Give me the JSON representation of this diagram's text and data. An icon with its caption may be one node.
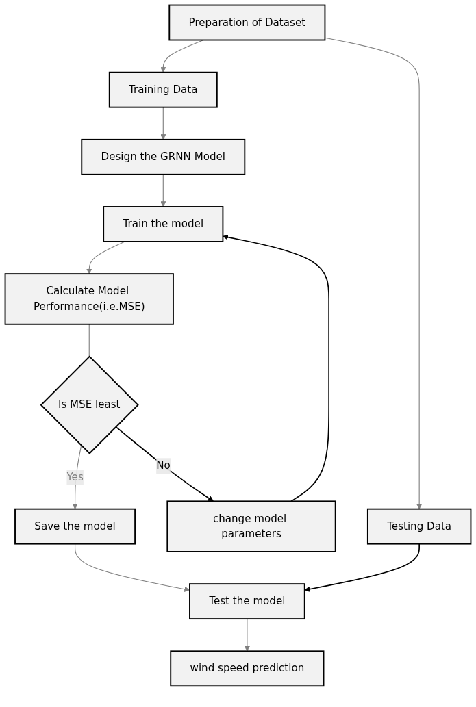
{
  "diagram": {
    "nodes": [
      {
        "text": [
          "Preparation of Dataset"
        ]
      },
      {
        "text": [
          "Training Data"
        ]
      },
      {
        "text": [
          "Testing Data"
        ]
      },
      {
        "text": [
          "Design the GRNN Model"
        ]
      },
      {
        "text": [
          "Train the model"
        ]
      },
      {
        "text": [
          "Calculate Model Performance(i.e.MSE)"
        ]
      },
      {
        "text": [
          "change model parameters"
        ]
      },
      {
        "text": [
          "Is MSE least"
        ]
      },
      {
        "text": [
          "Save the model"
        ]
      },
      {
        "text": [
          "Test the model"
        ]
      },
      {
        "text": [
          "wind speed prediction"
        ]
      }
    ],
    "edges": [
      {
        "from": 0,
        "to": 1,
        "arrow": "to"
      },
      {
        "from": 0,
        "to": 2,
        "arrow": "to"
      },
      {
        "from": 1,
        "to": 3,
        "arrow": "to"
      },
      {
        "from": 3,
        "to": 4,
        "arrow": "to"
      },
      {
        "from": 4,
        "to": 5,
        "arrow": "to"
      },
      {
        "from": 5,
        "to": 7,
        "arrow": "none"
      },
      {
        "from": 7,
        "to": 6,
        "label": "No",
        "arrow": "to",
        "color": "#000000"
      },
      {
        "from": 6,
        "to": 4,
        "arrow": "to",
        "color": "#000000"
      },
      {
        "from": 7,
        "to": 8,
        "label": "Yes",
        "arrow": "to"
      },
      {
        "from": 8,
        "to": 9,
        "arrow": "to"
      },
      {
        "from": 2,
        "to": 9,
        "arrow": "to",
        "color": "#000000"
      },
      {
        "from": 9,
        "to": 10,
        "arrow": "to"
      }
    ]
  }
}
